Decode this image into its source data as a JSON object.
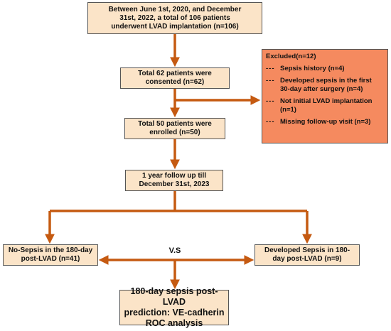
{
  "colors": {
    "box_fill": "#fbe4c8",
    "excluded_fill": "#f58a5f",
    "arrow": "#c55a11"
  },
  "boxes": {
    "screened": [
      "Between June 1st, 2020, and December",
      "31st, 2022, a total of 106 patients",
      "underwent LVAD implantation (n=106)"
    ],
    "consented": [
      "Total 62 patients were",
      "consented (n=62)"
    ],
    "enrolled": [
      "Total 50 patients were",
      "enrolled (n=50)"
    ],
    "followup": [
      "1 year follow up till",
      "December 31st, 2023"
    ],
    "no_sepsis": [
      "No-Sepsis in the 180-day",
      "post-LVAD (n=41)"
    ],
    "sepsis": [
      "Developed Sepsis in 180-",
      "day post-LVAD (n=9)"
    ],
    "analysis": [
      "180-day sepsis post-LVAD",
      "prediction: VE-cadherin",
      "ROC analysis"
    ]
  },
  "comparison_label": "V.S",
  "excluded": {
    "title": "Excluded(n=12)",
    "dash": "---",
    "items": [
      [
        "Sepsis history (n=4)"
      ],
      [
        "Developed sepsis in the first",
        "30-day after surgery (n=4)"
      ],
      [
        "Not initial LVAD implantation",
        "(n=1)"
      ],
      [
        "Missing follow-up visit (n=3)"
      ]
    ]
  }
}
